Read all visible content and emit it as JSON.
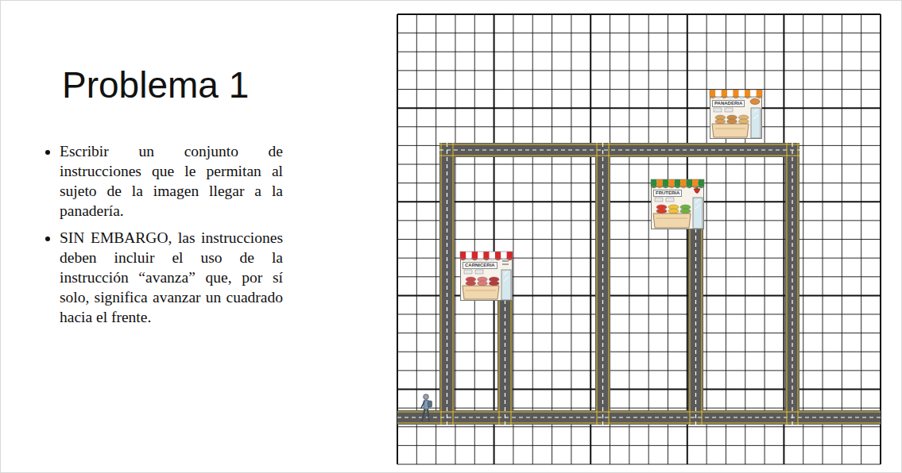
{
  "diagram": {
    "title": "Problema 1",
    "nodes": [
      {
        "text": [
          "PANADERIA"
        ]
      },
      {
        "text": [
          "FRUTERIA"
        ]
      },
      {
        "text": [
          "CARNICERIA"
        ]
      }
    ],
    "labels": [
      "Escribir un conjunto de instrucciones que le permitan al sujeto de la imagen llegar a la panadería.",
      "SIN EMBARGO, las instrucciones deben incluir el uso de la instrucción “avanza” que, por sí solo, significa avanzar un cuadrado hacia el frente."
    ]
  }
}
